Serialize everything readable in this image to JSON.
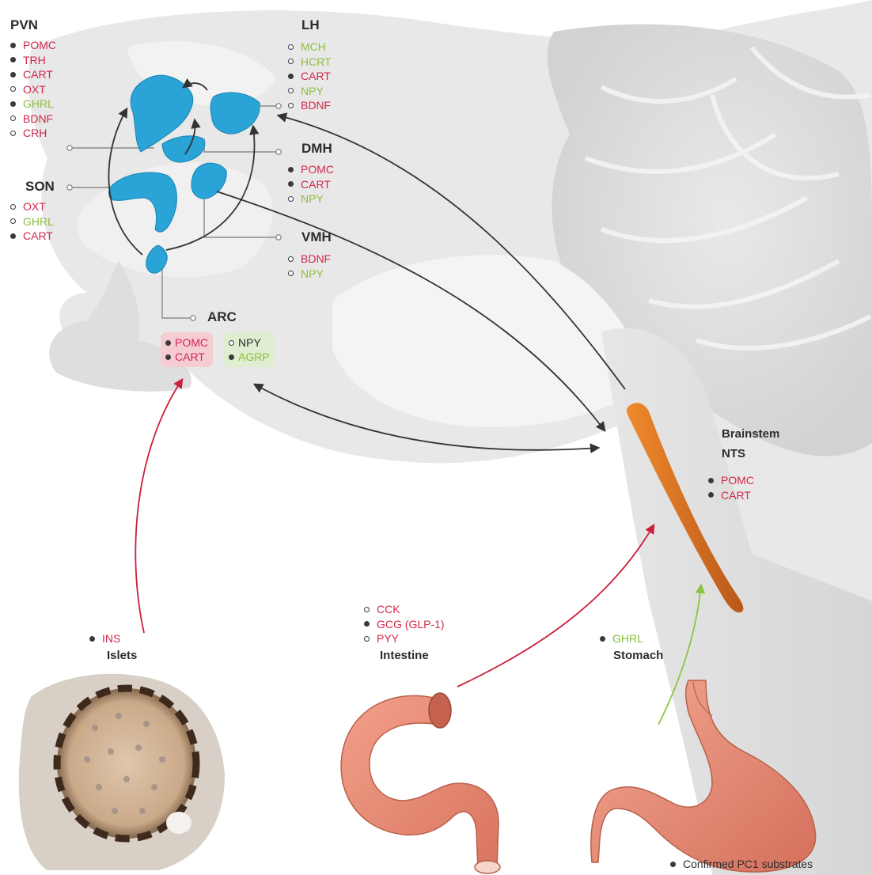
{
  "colors": {
    "red_substrate": "#d2274a",
    "green_substrate": "#8cbf3f",
    "nucleus_blue": "#2aa3d6",
    "brainstem_orange": "#e07a22",
    "pathway_red": "#cc1f3d",
    "pathway_green": "#8cc63f",
    "pathway_dark": "#333333",
    "pomc_box": "#f6ccd3",
    "npy_box": "#dfedd0"
  },
  "regions": {
    "pvn": {
      "label": "PVN",
      "markers": [
        {
          "name": "POMC",
          "filled": true,
          "color": "red"
        },
        {
          "name": "TRH",
          "filled": true,
          "color": "red"
        },
        {
          "name": "CART",
          "filled": true,
          "color": "red"
        },
        {
          "name": "OXT",
          "filled": false,
          "color": "red"
        },
        {
          "name": "GHRL",
          "filled": true,
          "color": "green"
        },
        {
          "name": "BDNF",
          "filled": false,
          "color": "red"
        },
        {
          "name": "CRH",
          "filled": false,
          "color": "red"
        }
      ]
    },
    "lh": {
      "label": "LH",
      "markers": [
        {
          "name": "MCH",
          "filled": false,
          "color": "green"
        },
        {
          "name": "HCRT",
          "filled": false,
          "color": "green"
        },
        {
          "name": "CART",
          "filled": true,
          "color": "red"
        },
        {
          "name": "NPY",
          "filled": false,
          "color": "green"
        },
        {
          "name": "BDNF",
          "filled": false,
          "color": "red"
        }
      ]
    },
    "dmh": {
      "label": "DMH",
      "markers": [
        {
          "name": "POMC",
          "filled": true,
          "color": "red"
        },
        {
          "name": "CART",
          "filled": true,
          "color": "red"
        },
        {
          "name": "NPY",
          "filled": false,
          "color": "green"
        }
      ]
    },
    "son": {
      "label": "SON",
      "markers": [
        {
          "name": "OXT",
          "filled": false,
          "color": "red"
        },
        {
          "name": "GHRL",
          "filled": false,
          "color": "green"
        },
        {
          "name": "CART",
          "filled": true,
          "color": "red"
        }
      ]
    },
    "vmh": {
      "label": "VMH",
      "markers": [
        {
          "name": "BDNF",
          "filled": false,
          "color": "red"
        },
        {
          "name": "NPY",
          "filled": false,
          "color": "green"
        }
      ]
    },
    "arc": {
      "label": "ARC",
      "pomc_group": [
        {
          "name": "POMC",
          "filled": true,
          "color": "red"
        },
        {
          "name": "CART",
          "filled": true,
          "color": "red"
        }
      ],
      "npy_group": [
        {
          "name": "NPY",
          "filled": false,
          "color": "dark"
        },
        {
          "name": "AGRP",
          "filled": true,
          "color": "green"
        }
      ]
    },
    "brainstem": {
      "label_line1": "Brainstem",
      "label_line2": "NTS",
      "markers": [
        {
          "name": "POMC",
          "filled": true,
          "color": "red"
        },
        {
          "name": "CART",
          "filled": true,
          "color": "red"
        }
      ]
    }
  },
  "organs": {
    "islets": {
      "label": "Islets",
      "markers": [
        {
          "name": "INS",
          "filled": true,
          "color": "red"
        }
      ]
    },
    "intestine": {
      "label": "Intestine",
      "markers": [
        {
          "name": "CCK",
          "filled": false,
          "color": "red"
        },
        {
          "name": "GCG (GLP-1)",
          "filled": true,
          "color": "red"
        },
        {
          "name": "PYY",
          "filled": false,
          "color": "red"
        }
      ]
    },
    "stomach": {
      "label": "Stomach",
      "markers": [
        {
          "name": "GHRL",
          "filled": true,
          "color": "green"
        }
      ]
    }
  },
  "legend": {
    "label": "Confirmed PC1 substrates"
  }
}
